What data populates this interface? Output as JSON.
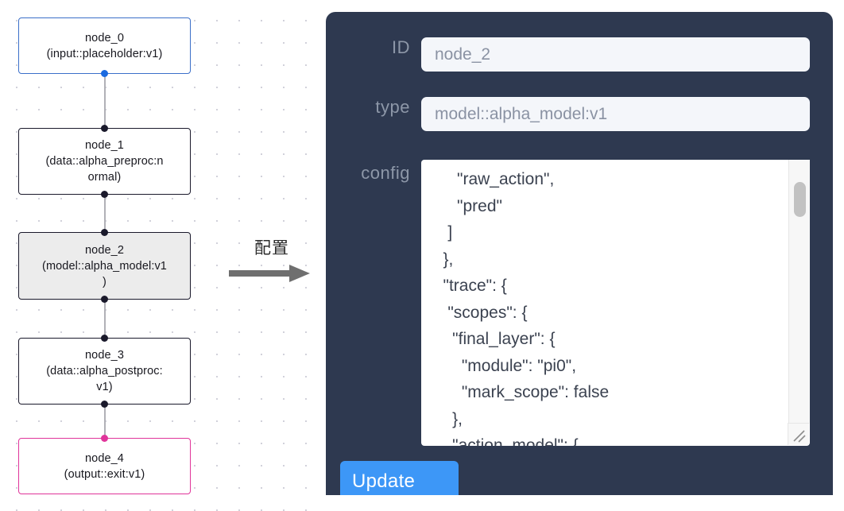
{
  "flow": {
    "nodes": [
      {
        "id": "node_0",
        "label": "node_0\n(input::placeholder:v1)",
        "variant": "input",
        "selected": false
      },
      {
        "id": "node_1",
        "label": "node_1\n(data::alpha_preproc:n\normal)",
        "variant": "default",
        "selected": false
      },
      {
        "id": "node_2",
        "label": "node_2\n(model::alpha_model:v1\n)",
        "variant": "default",
        "selected": true
      },
      {
        "id": "node_3",
        "label": "node_3\n(data::alpha_postproc:\nv1)",
        "variant": "default",
        "selected": false
      },
      {
        "id": "node_4",
        "label": "node_4\n(output::exit:v1)",
        "variant": "output",
        "selected": false
      }
    ],
    "colors": {
      "input_border": "#3b6fc9",
      "output_border": "#e0349a",
      "default_border": "#1a192b",
      "selected_fill": "#ececec",
      "edge": "#b1b1b7",
      "handle": "#1a192b",
      "handle_input": "#1a6ae0",
      "handle_output": "#e0349a",
      "dot_grid": "#c9c9d4"
    }
  },
  "annotation": {
    "label": "配置",
    "arrow_icon": "arrow-right-icon",
    "arrow_color": "#6f6f6f"
  },
  "panel": {
    "background": "#2e3950",
    "fields": {
      "id": {
        "label": "ID",
        "value": "node_2",
        "placeholder": "node_2"
      },
      "type": {
        "label": "type",
        "value": "model::alpha_model:v1",
        "placeholder": "model::alpha_model:v1"
      },
      "config": {
        "label": "config",
        "value": "      \"raw_action\",\n      \"pred\"\n    ]\n   },\n   \"trace\": {\n    \"scopes\": {\n     \"final_layer\": {\n       \"module\": \"pi0\",\n       \"mark_scope\": false\n     },\n     \"action_model\": {",
        "scrollbar": {
          "position": "middle",
          "thumb_color": "#c2c2c2"
        },
        "resize_handle": "resize-grip-icon"
      }
    },
    "update_button": {
      "label": "Update",
      "color": "#3d97f7"
    }
  }
}
